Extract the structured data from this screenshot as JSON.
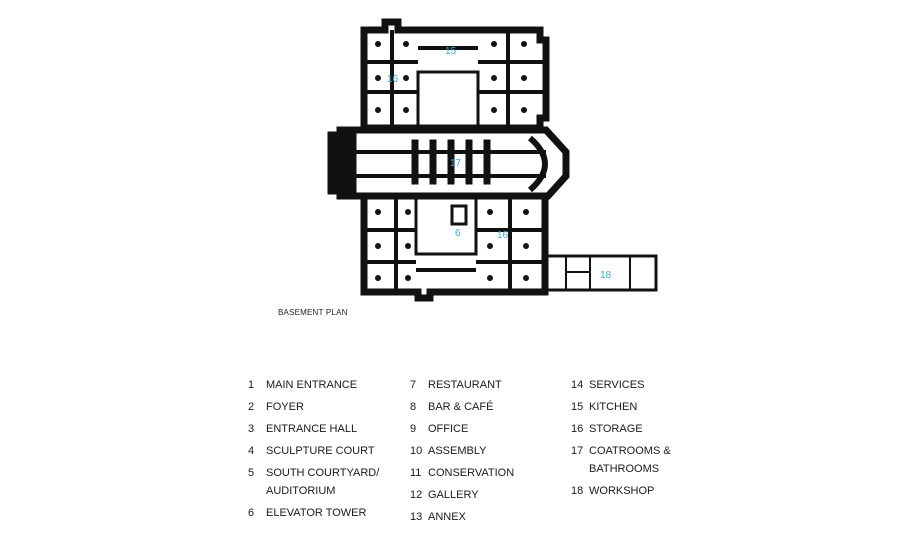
{
  "plan": {
    "caption": "BASEMENT PLAN",
    "room_labels": [
      "15",
      "16",
      "17",
      "6",
      "16",
      "18"
    ],
    "colors": {
      "walls": "#111111",
      "labels": "#3fa7d6",
      "background": "#ffffff"
    }
  },
  "legend": {
    "columns": [
      [
        {
          "num": "1",
          "label": "MAIN ENTRANCE"
        },
        {
          "num": "2",
          "label": "FOYER"
        },
        {
          "num": "3",
          "label": "ENTRANCE HALL"
        },
        {
          "num": "4",
          "label": "SCULPTURE COURT"
        },
        {
          "num": "5",
          "label": "SOUTH COURTYARD/ AUDITORIUM"
        },
        {
          "num": "6",
          "label": "ELEVATOR TOWER"
        }
      ],
      [
        {
          "num": "7",
          "label": "RESTAURANT"
        },
        {
          "num": "8",
          "label": "BAR & CAFÉ"
        },
        {
          "num": "9",
          "label": "OFFICE"
        },
        {
          "num": "10",
          "label": "ASSEMBLY"
        },
        {
          "num": "11",
          "label": "CONSERVATION"
        },
        {
          "num": "12",
          "label": "GALLERY"
        },
        {
          "num": "13",
          "label": "ANNEX"
        }
      ],
      [
        {
          "num": "14",
          "label": "SERVICES"
        },
        {
          "num": "15",
          "label": "KITCHEN"
        },
        {
          "num": "16",
          "label": "STORAGE"
        },
        {
          "num": "17",
          "label": "COATROOMS & BATHROOMS"
        },
        {
          "num": "18",
          "label": "WORKSHOP"
        }
      ]
    ]
  }
}
